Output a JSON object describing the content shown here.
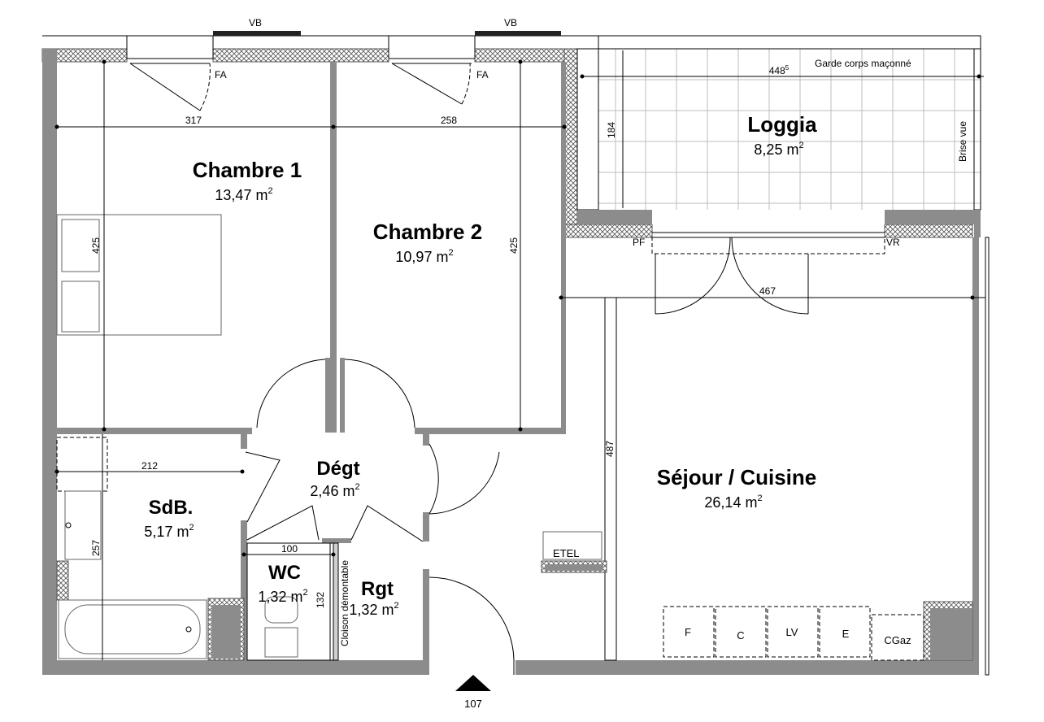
{
  "rooms": {
    "chambre1": {
      "name": "Chambre 1",
      "area": "13,47 m",
      "sup": "2"
    },
    "chambre2": {
      "name": "Chambre 2",
      "area": "10,97 m",
      "sup": "2"
    },
    "loggia": {
      "name": "Loggia",
      "area": "8,25 m",
      "sup": "2"
    },
    "sejour": {
      "name": "Séjour / Cuisine",
      "area": "26,14 m",
      "sup": "2"
    },
    "degt": {
      "name": "Dégt",
      "area": "2,46 m",
      "sup": "2"
    },
    "sdb": {
      "name": "SdB.",
      "area": "5,17 m",
      "sup": "2"
    },
    "wc": {
      "name": "WC",
      "area": "1,32 m",
      "sup": "2"
    },
    "rgt": {
      "name": "Rgt",
      "area": "1,32 m",
      "sup": "2"
    }
  },
  "dimensions": {
    "d317": "317",
    "d258": "258",
    "d4485_main": "448",
    "d4485_sup": "5",
    "d184": "184",
    "d425_left": "425",
    "d425_mid": "425",
    "d467": "467",
    "d487": "487",
    "d212": "212",
    "d257": "257",
    "d100": "100",
    "d132": "132"
  },
  "labels": {
    "vb_left": "VB",
    "vb_right": "VB",
    "fa_left": "FA",
    "fa_right": "FA",
    "garde_corps": "Garde corps maçonné",
    "brise_vue": "Brise vue",
    "pf": "PF",
    "vr": "VR",
    "etel": "ETEL",
    "cloison": "Cloison démontable",
    "f": "F",
    "c": "C",
    "lv": "LV",
    "e": "E",
    "cgaz": "CGaz",
    "entry": "107"
  },
  "colors": {
    "wall": "#8c8c8c",
    "line": "#000000",
    "grid": "#bdbdbd"
  }
}
